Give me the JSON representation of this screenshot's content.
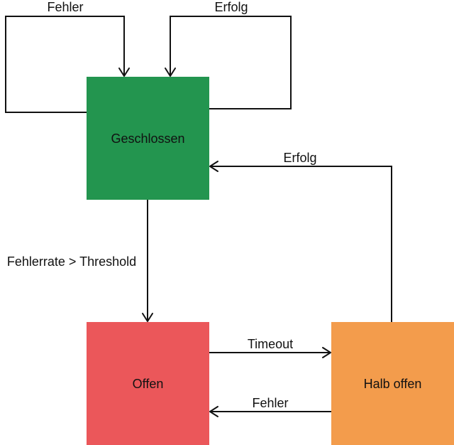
{
  "diagram": {
    "type": "state-machine",
    "states": {
      "closed": {
        "label": "Geschlossen",
        "color": "#23954f"
      },
      "open": {
        "label": "Offen",
        "color": "#eb575a"
      },
      "half_open": {
        "label": "Halb offen",
        "color": "#f39c4c"
      }
    },
    "transitions": {
      "closed_self_error": {
        "label": "Fehler",
        "from": "Geschlossen",
        "to": "Geschlossen"
      },
      "closed_self_success": {
        "label": "Erfolg",
        "from": "Geschlossen",
        "to": "Geschlossen"
      },
      "closed_to_open": {
        "label": "Fehlerrate > Threshold",
        "from": "Geschlossen",
        "to": "Offen"
      },
      "open_to_half_open": {
        "label": "Timeout",
        "from": "Offen",
        "to": "Halb offen"
      },
      "half_open_to_open": {
        "label": "Fehler",
        "from": "Halb offen",
        "to": "Offen"
      },
      "half_open_to_closed": {
        "label": "Erfolg",
        "from": "Halb offen",
        "to": "Geschlossen"
      }
    }
  }
}
